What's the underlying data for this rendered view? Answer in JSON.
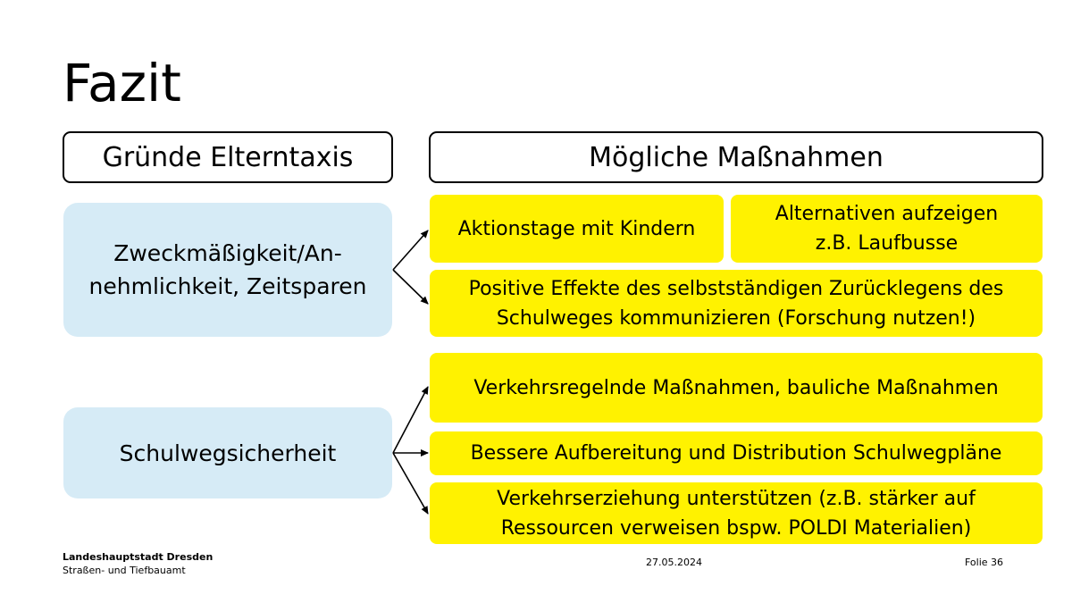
{
  "slide": {
    "title": "Fazit",
    "headers": {
      "left": "Gründe Elterntaxis",
      "right": "Mögliche Maßnahmen"
    },
    "reasons": [
      "Zweckmäßigkeit/An-\nnehmlichkeit, Zeitsparen",
      "Schulwegsicherheit"
    ],
    "measures": [
      "Aktionstage mit Kindern",
      "Alternativen aufzeigen\nz.B. Laufbusse",
      "Positive Effekte des selbstständigen Zurücklegens des\nSchulweges kommunizieren (Forschung nutzen!)",
      "Verkehrsregelnde Maßnahmen, bauliche Maßnahmen",
      "Bessere Aufbereitung und Distribution Schulwegpläne",
      "Verkehrserziehung unterstützen (z.B. stärker auf\nRessourcen verweisen bspw. POLDI Materialien)"
    ]
  },
  "footer": {
    "org_name": "Landeshauptstadt Dresden",
    "org_dept": "Straßen- und Tiefbauamt",
    "date": "27.05.2024",
    "slide_number": "Folie 36"
  },
  "colors": {
    "reason_bg": "#d6ebf6",
    "measure_bg": "#fff200"
  }
}
